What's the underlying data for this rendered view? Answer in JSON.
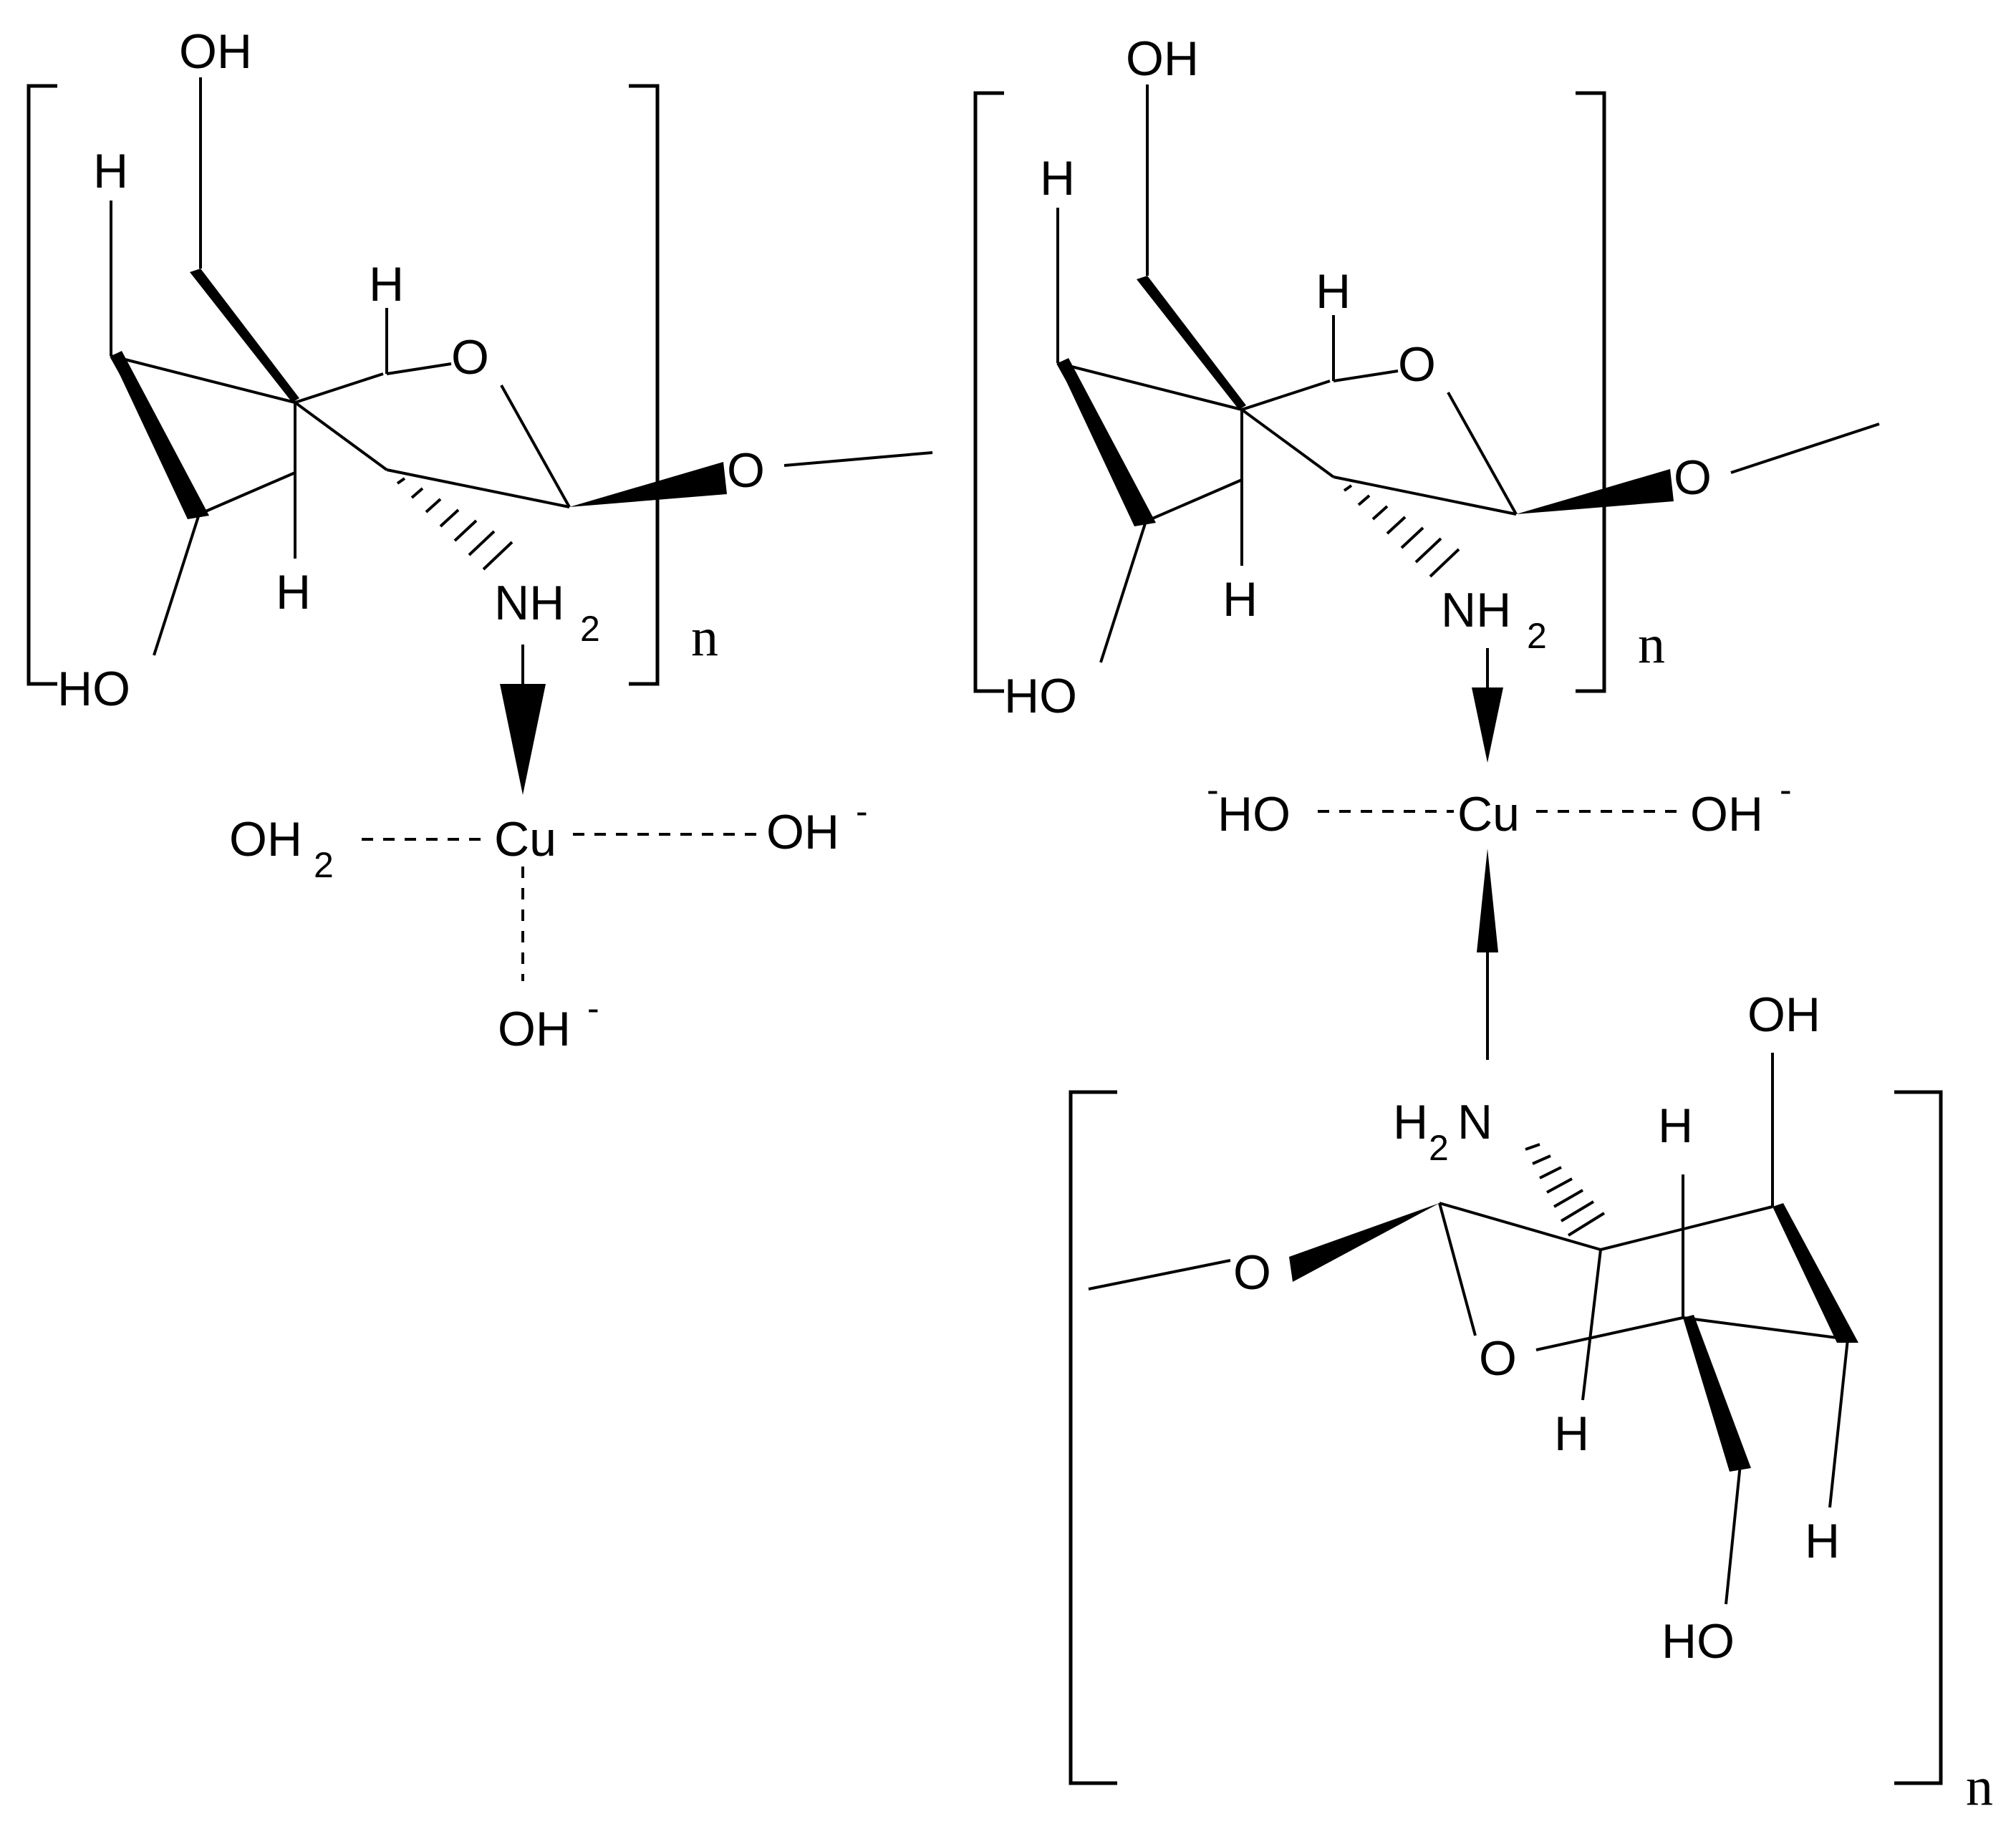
{
  "atoms": {
    "OH": "OH",
    "HO": "HO",
    "H": "H",
    "O": "O",
    "N": "N",
    "NH2_main": "NH",
    "H2_main": "H",
    "sub2": "2",
    "Cu": "Cu",
    "minus": "-",
    "n": "n"
  },
  "colors": {
    "ink": "#000000",
    "background": "#ffffff"
  }
}
